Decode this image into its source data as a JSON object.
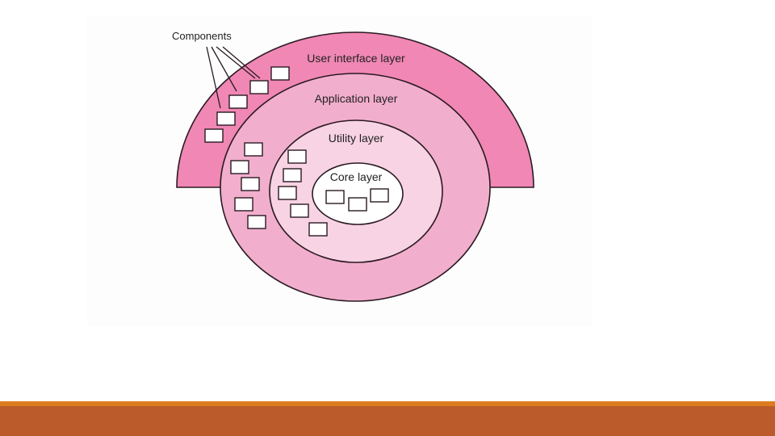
{
  "diagram": {
    "components_label": "Components",
    "layers": [
      {
        "name": "user-interface",
        "label": "User interface layer"
      },
      {
        "name": "application",
        "label": "Application layer"
      },
      {
        "name": "utility",
        "label": "Utility layer"
      },
      {
        "name": "core",
        "label": "Core layer"
      }
    ]
  },
  "colors": {
    "ui_layer": "#f087b4",
    "application_layer": "#f2aecd",
    "utility_layer": "#f8d3e3",
    "core_layer": "#ffffff",
    "outline": "#2a1a22",
    "stripe_orange": "#dd7c1e",
    "stripe_rust": "#bb5a2b"
  }
}
